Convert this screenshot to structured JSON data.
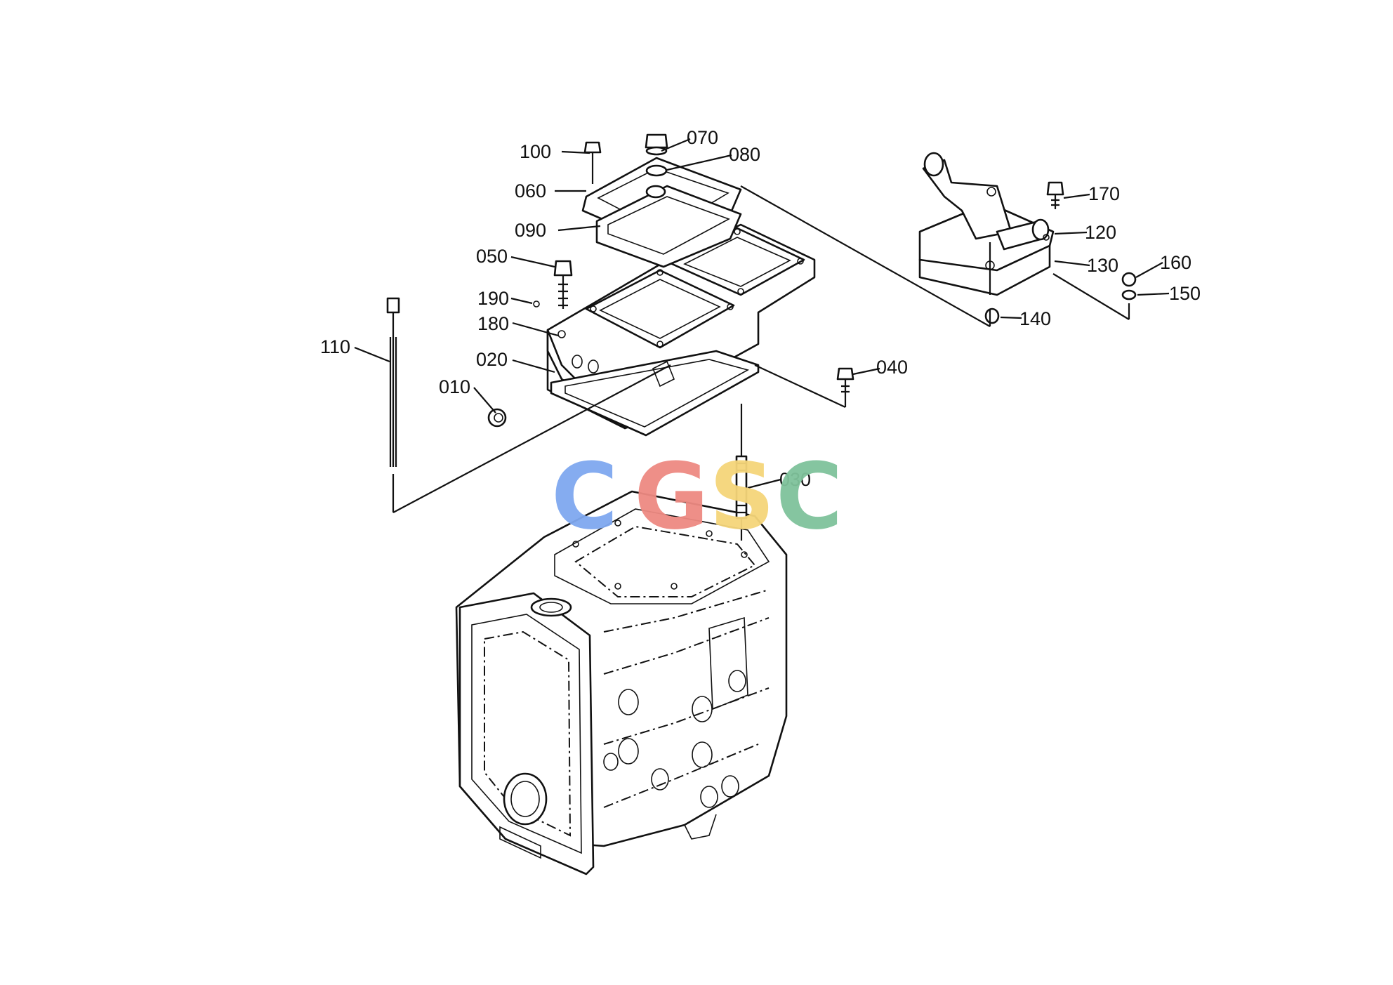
{
  "watermark": {
    "letters": [
      {
        "char": "C",
        "color": "#7fa8f0"
      },
      {
        "char": "G",
        "color": "#ee8a82"
      },
      {
        "char": "S",
        "color": "#f5d57a"
      },
      {
        "char": "C",
        "color": "#7fc29b"
      }
    ]
  },
  "callouts": {
    "p010": "010",
    "p020": "020",
    "p030": "030",
    "p040": "040",
    "p050": "050",
    "p060": "060",
    "p070": "070",
    "p080": "080",
    "p090": "090",
    "p100": "100",
    "p110": "110",
    "p120": "120",
    "p130": "130",
    "p140": "140",
    "p150": "150",
    "p160": "160",
    "p170": "170",
    "p180": "180",
    "p190": "190"
  }
}
